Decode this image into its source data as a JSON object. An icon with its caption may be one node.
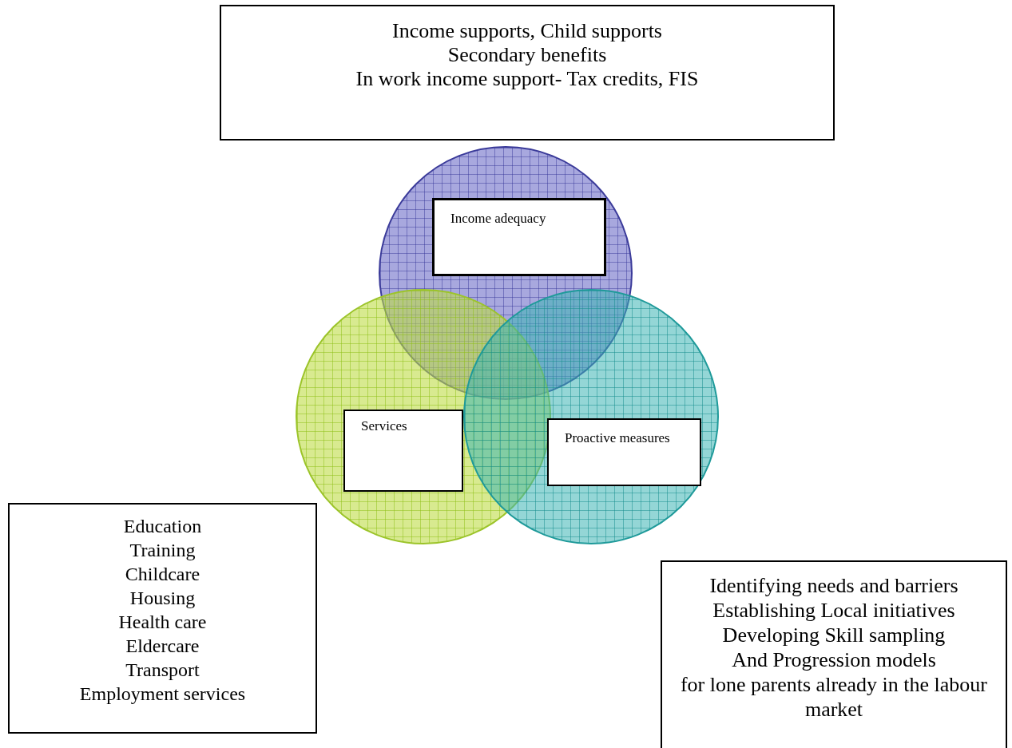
{
  "diagram": {
    "nodes": [
      {
        "text": [
          "Income supports, Child supports",
          "Secondary benefits",
          "In work income support- Tax credits, FIS"
        ]
      },
      {
        "text": [],
        "shape": "circle"
      },
      {
        "text": [
          "Income adequacy"
        ],
        "in": 1
      },
      {
        "text": [],
        "shape": "circle"
      },
      {
        "text": [
          "Services"
        ],
        "in": 3
      },
      {
        "text": [],
        "shape": "circle"
      },
      {
        "text": [
          "Proactive measures"
        ],
        "in": 5
      },
      {
        "text": [
          "Education",
          "Training",
          "Childcare",
          "Housing",
          "Health care",
          "Eldercare",
          "Transport",
          "Employment services"
        ]
      },
      {
        "text": [
          "Identifying needs and barriers",
          "Establishing Local initiatives",
          "Developing Skill sampling",
          "And Progression models",
          "for lone parents already in the labour market"
        ]
      }
    ]
  }
}
